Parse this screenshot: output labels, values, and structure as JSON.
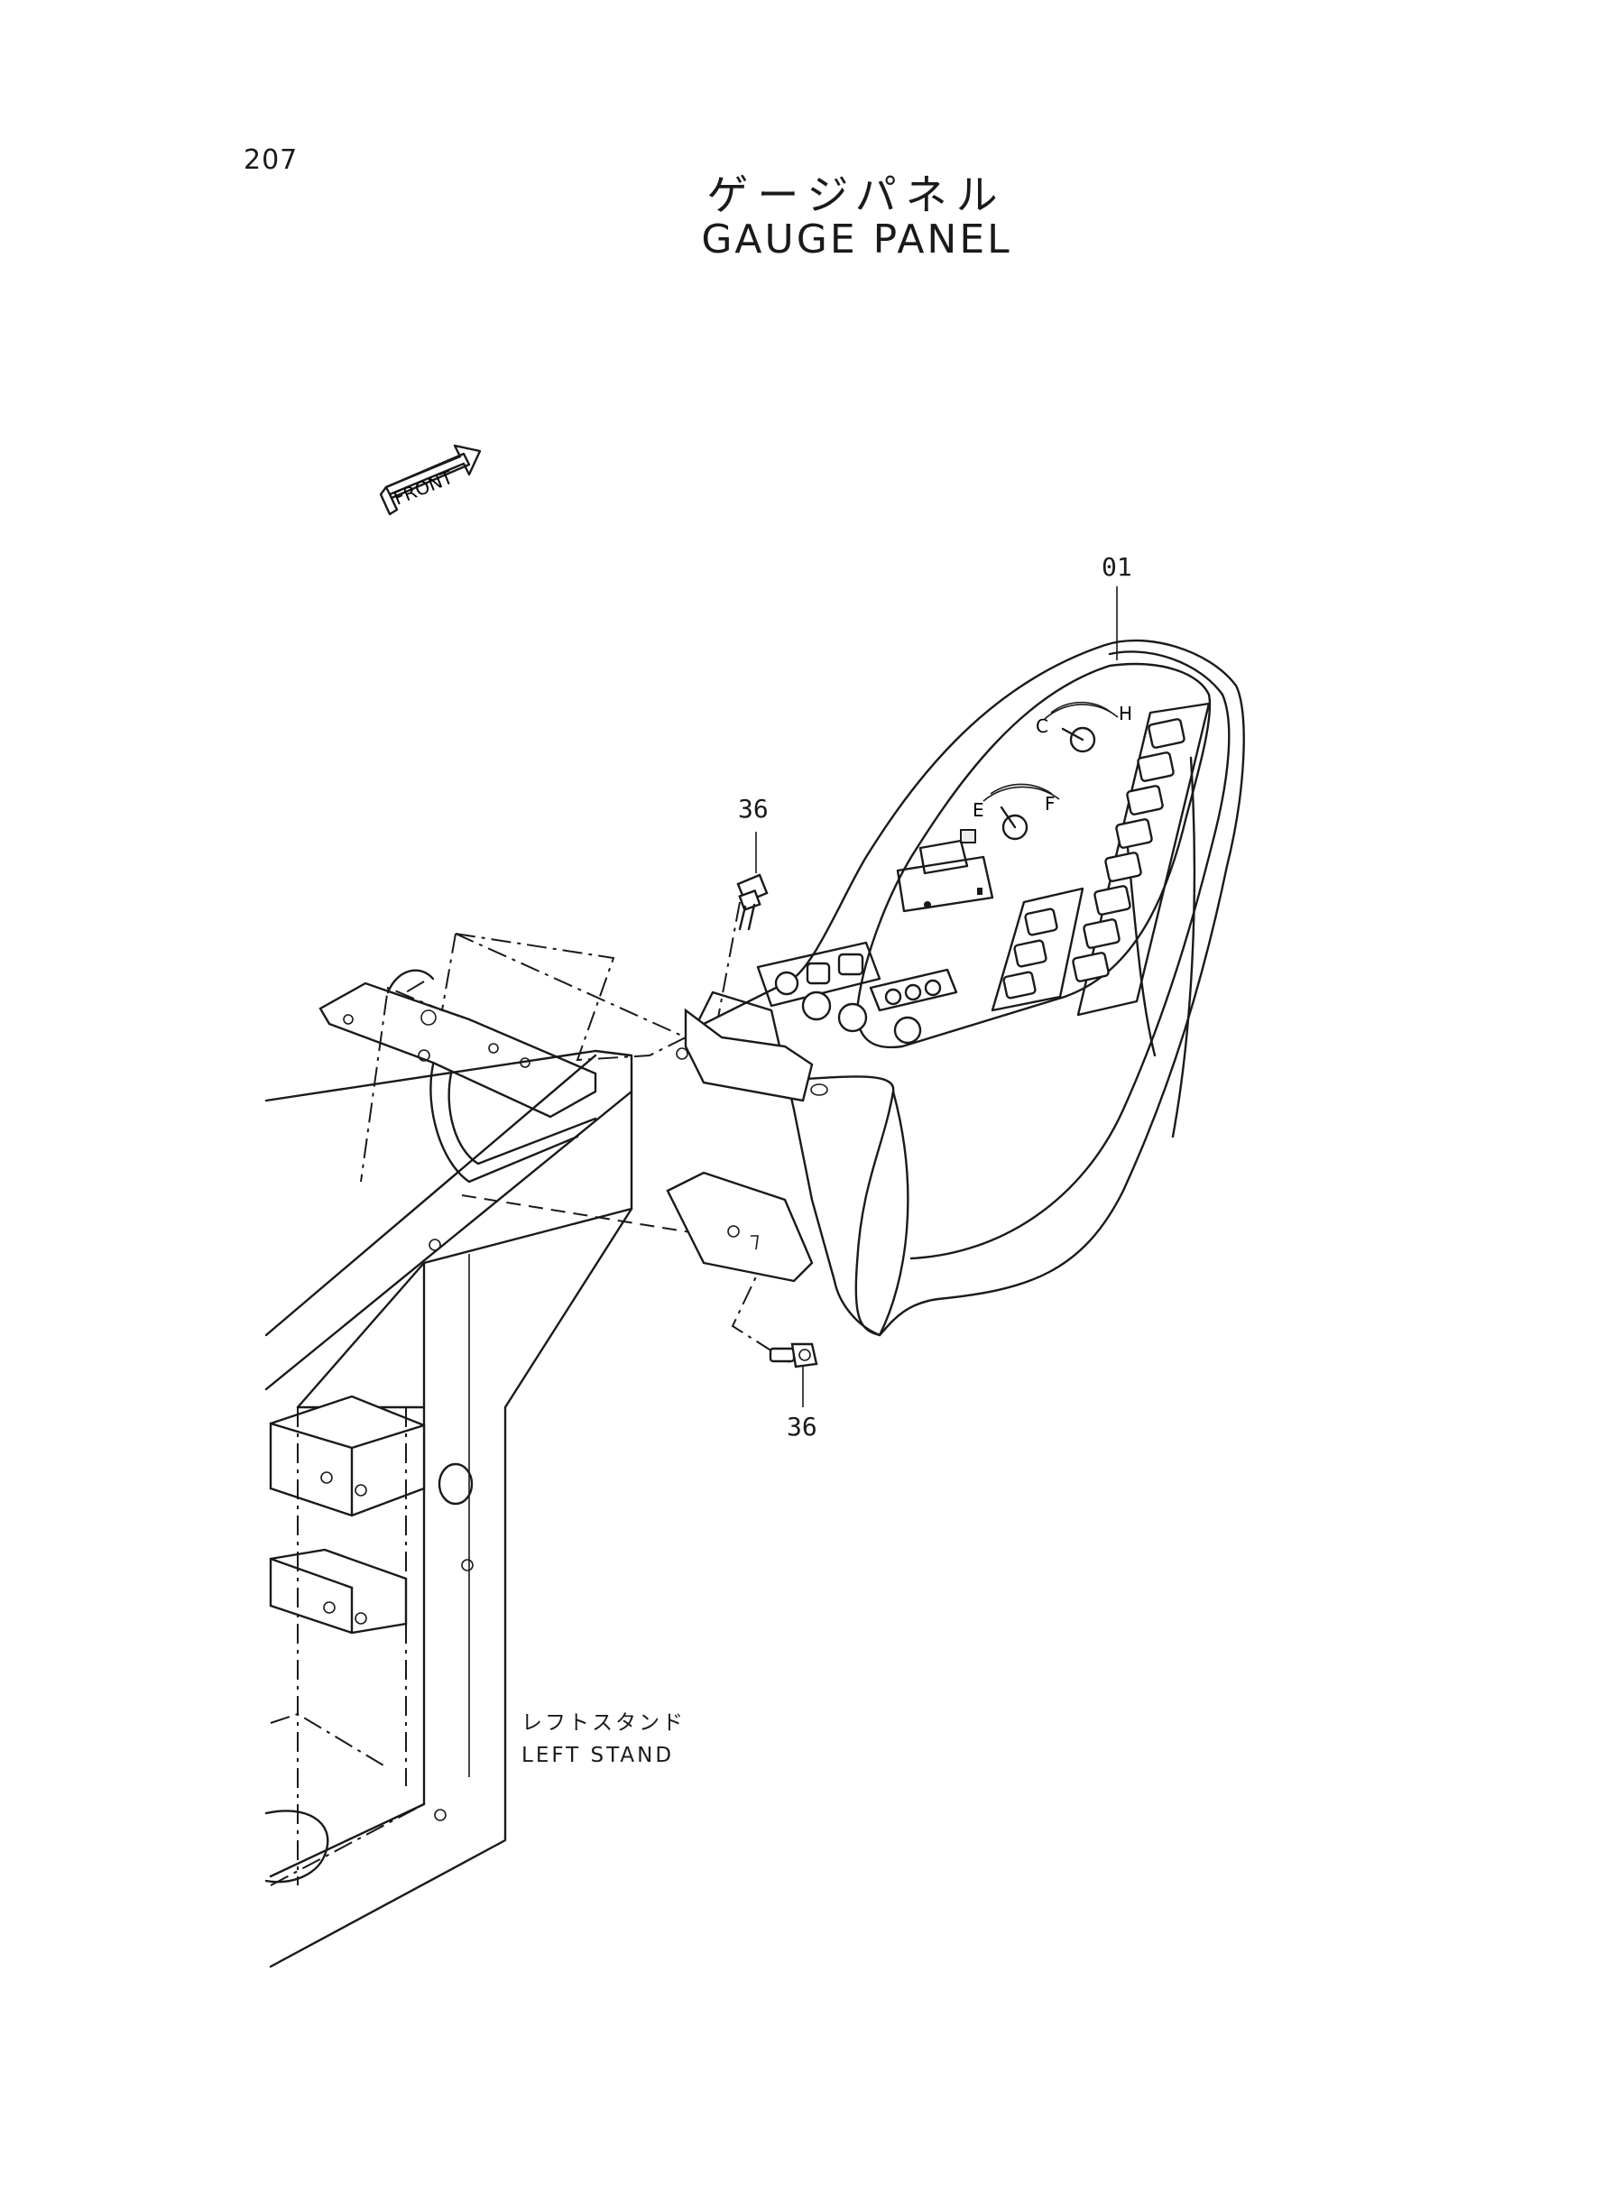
{
  "page_number": "207",
  "title_jp": "ゲージパネル",
  "title_en": "GAUGE PANEL",
  "front_arrow_label": "FRONT",
  "callouts": {
    "gauge_panel": "01",
    "bolt_upper": "36",
    "bolt_lower": "36"
  },
  "left_stand": {
    "label_jp": "レフトスタンド",
    "label_en": "LEFT STAND"
  },
  "gauge_letters": {
    "temp_cold": "C",
    "temp_hot": "H",
    "fuel_empty": "E",
    "fuel_full": "F"
  }
}
